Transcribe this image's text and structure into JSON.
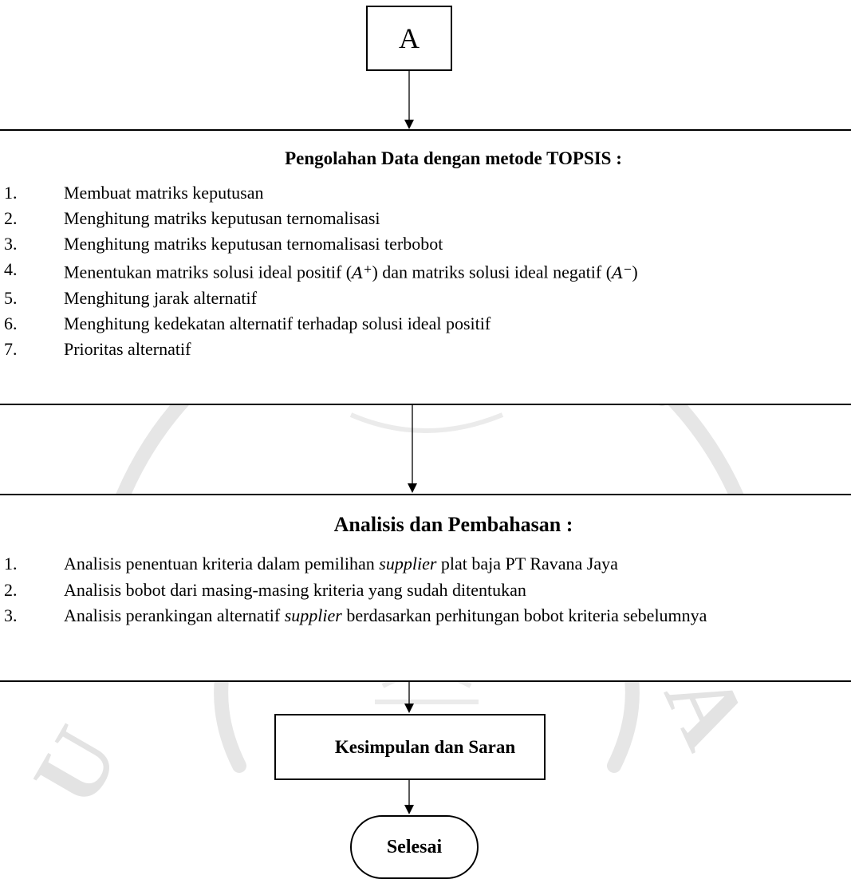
{
  "start_box": {
    "label": "A"
  },
  "topsis": {
    "title": "Pengolahan Data dengan metode TOPSIS :",
    "steps": [
      {
        "num": "1.",
        "text": "Membuat matriks keputusan"
      },
      {
        "num": "2.",
        "text": "Menghitung matriks keputusan ternomalisasi"
      },
      {
        "num": "3.",
        "text": "Menghitung matriks keputusan ternomalisasi terbobot"
      },
      {
        "num": "4.",
        "text_a": "Menentukan matriks solusi ideal positif (",
        "sym_pos": "A",
        "sup_pos": "+",
        "text_b": ") dan matriks solusi ideal negatif  (",
        "sym_neg": "A",
        "sup_neg": "−",
        "text_c": ")"
      },
      {
        "num": "5.",
        "text": "Menghitung jarak alternatif"
      },
      {
        "num": "6.",
        "text": "Menghitung kedekatan alternatif terhadap solusi ideal positif"
      },
      {
        "num": "7.",
        "text": "Prioritas alternatif"
      }
    ]
  },
  "analisis": {
    "title": "Analisis dan Pembahasan :",
    "steps": [
      {
        "num": "1.",
        "text_a": "Analisis penentuan kriteria dalam pemilihan ",
        "italic": "supplier",
        "text_b": " plat baja PT Ravana Jaya"
      },
      {
        "num": "2.",
        "text": "Analisis bobot dari masing-masing kriteria yang sudah ditentukan"
      },
      {
        "num": "3.",
        "text_a": "Analisis perankingan alternatif ",
        "italic": "supplier",
        "text_b": " berdasarkan perhitungan bobot kriteria sebelumnya"
      }
    ]
  },
  "conclusion": {
    "label": "Kesimpulan dan Saran"
  },
  "end": {
    "label": "Selesai"
  },
  "watermark": {
    "color": "#e6e6e6"
  }
}
